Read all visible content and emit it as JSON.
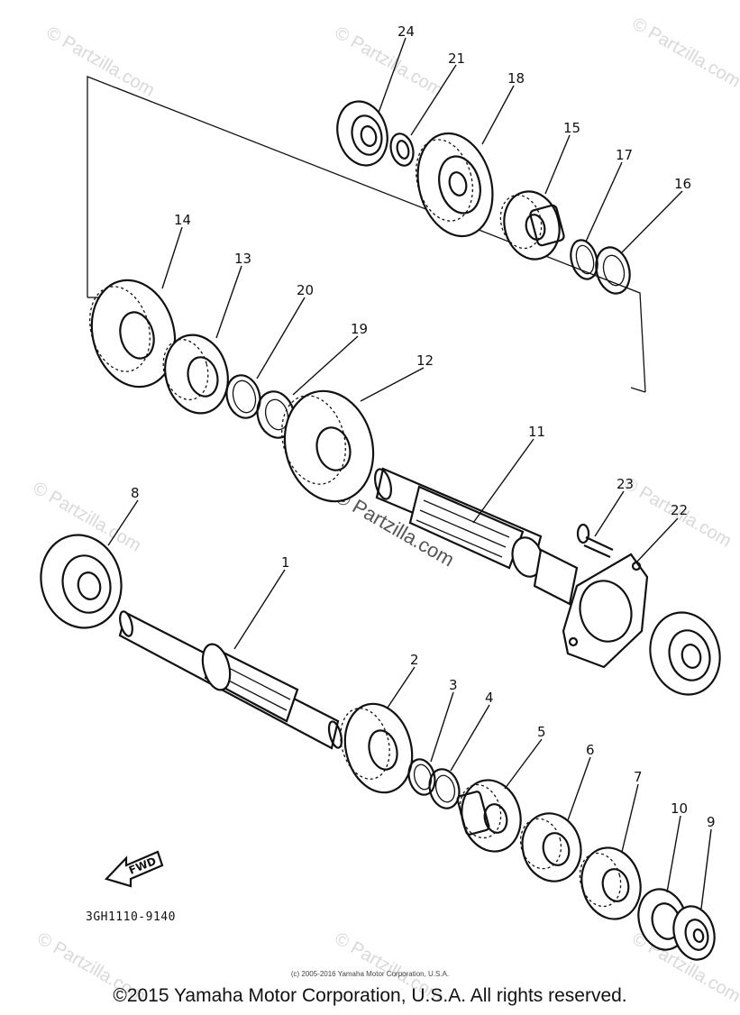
{
  "watermark": "© Partzilla.com",
  "center_watermark": "© Partzilla.com",
  "fwd_label": "FWD",
  "part_code": "3GH1110-9140",
  "small_copyright": "(c) 2005-2016 Yamaha Motor Corporation, U.S.A.",
  "copyright": "©2015 Yamaha Motor Corporation, U.S.A. All rights reserved.",
  "callouts": {
    "c1": "1",
    "c2": "2",
    "c3": "3",
    "c4": "4",
    "c5": "5",
    "c6": "6",
    "c7": "7",
    "c8": "8",
    "c9": "9",
    "c10": "10",
    "c11": "11",
    "c12": "12",
    "c13": "13",
    "c14": "14",
    "c15": "15",
    "c16": "16",
    "c17": "17",
    "c18": "18",
    "c19": "19",
    "c20": "20",
    "c21": "21",
    "c22": "22",
    "c23": "23",
    "c24": "24"
  }
}
